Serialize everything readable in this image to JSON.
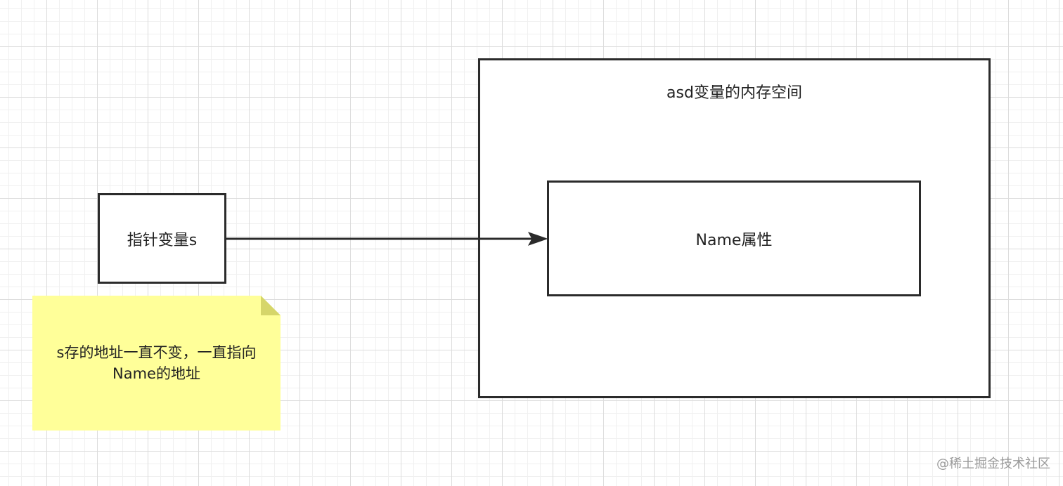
{
  "diagram": {
    "pointer_box": {
      "label": "指针变量s"
    },
    "memory_box": {
      "title": "asd变量的内存空间"
    },
    "name_box": {
      "label": "Name属性"
    },
    "note": {
      "line1": "s存的地址一直不变，一直指向",
      "line2": "Name的地址"
    },
    "watermark": "@稀土掘金技术社区",
    "colors": {
      "stroke": "#2b2b2b",
      "note_fill": "#ffff99",
      "note_fold": "#d6d66a",
      "grid_major": "#dcdcdc",
      "grid_minor": "#f0f0f0"
    }
  }
}
